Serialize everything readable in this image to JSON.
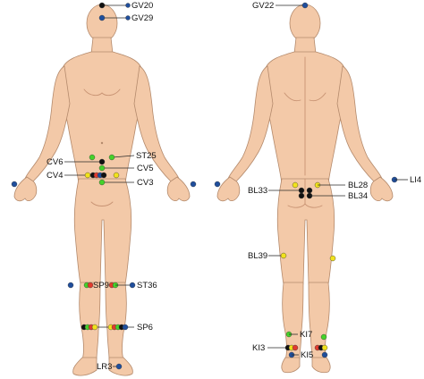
{
  "colors": {
    "blue": "#1f4e9c",
    "black": "#111111",
    "green": "#45d22a",
    "yellow": "#f1e21c",
    "red": "#e23b2e",
    "skin": "#f3c9a8"
  },
  "front_labels": {
    "gv20": "GV20",
    "gv29": "GV29",
    "cv6": "CV6",
    "st25": "ST25",
    "cv5": "CV5",
    "cv4": "CV4",
    "cv3": "CV3",
    "sp9": "SP9",
    "st36": "ST36",
    "sp6": "SP6",
    "lr3": "LR3"
  },
  "back_labels": {
    "gv22": "GV22",
    "li4": "LI4",
    "bl28": "BL28",
    "bl33": "BL33",
    "bl34": "BL34",
    "bl39": "BL39",
    "ki7": "KI7",
    "ki3": "KI3",
    "ki5": "KI5"
  }
}
